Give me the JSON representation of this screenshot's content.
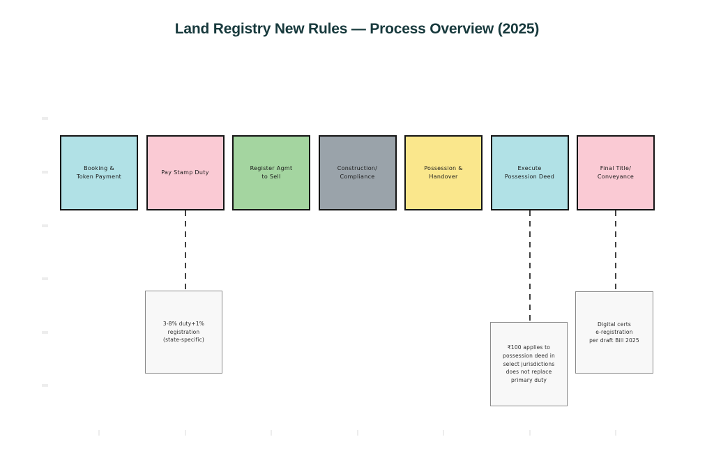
{
  "title": "Land Registry New Rules — Process Overview (2025)",
  "colors": {
    "title_text": "#17393c",
    "step_border": "#141414",
    "step_text": "#1a1a1a",
    "note_bg": "#f8f8f8",
    "note_border": "#8a8a8a",
    "note_text": "#2b2b2b",
    "connector": "#3f3f3f",
    "faint_tick": "#ededed"
  },
  "steps": [
    {
      "label": "Booking &\nToken Payment",
      "color": "#b1e1e6"
    },
    {
      "label": "Pay Stamp Duty",
      "color": "#facad4"
    },
    {
      "label": "Register Agmt\nto Sell",
      "color": "#a4d5a0"
    },
    {
      "label": "Construction/\nCompliance",
      "color": "#9aa3aa"
    },
    {
      "label": "Possession &\nHandover",
      "color": "#fae78c"
    },
    {
      "label": "Execute\nPossession Deed",
      "color": "#b1e1e6"
    },
    {
      "label": "Final Title/\nConveyance",
      "color": "#facad4"
    }
  ],
  "notes": [
    {
      "attached_to": "Pay Stamp Duty",
      "text": "3-8% duty+1%\nregistration\n(state-specific)"
    },
    {
      "attached_to": "Execute Possession Deed",
      "text": "₹100 applies to\npossession deed in\nselect jurisdictions\ndoes not replace\nprimary duty"
    },
    {
      "attached_to": "Final Title/ Conveyance",
      "text": "Digital certs\ne-registration\nper draft Bill 2025"
    }
  ]
}
